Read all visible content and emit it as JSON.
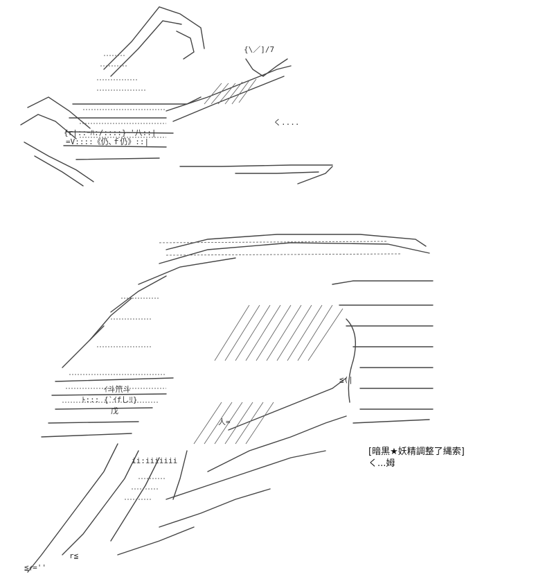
{
  "caption": {
    "line1": "[暗黒★妖精調整了縄索]",
    "line2": "く...姆"
  },
  "artwork": {
    "style": "shift-jis ascii art",
    "ink_color": "#333333"
  },
  "decorative_fragments": {
    "speech_fragment": "{\\／]/7",
    "sound_fragment": "く....",
    "top_text": "{r|::ｰﾊ:/::::}ｰ'八::|",
    "top_text2": "=V::::《仍､ｆ仍》::|",
    "glyph_row1": "ｲ斗笊斗",
    "glyph_row2": "ﾄ::: {`ｲfしﾘ}",
    "glyph_row3": "戊 ",
    "glyph_row4": "人=",
    "glyph_row5": "≦(|",
    "glyph_row6": "ii:iiiiiii",
    "glyph_row7": "≦ｨ=''",
    "glyph_row8": "r≦"
  }
}
